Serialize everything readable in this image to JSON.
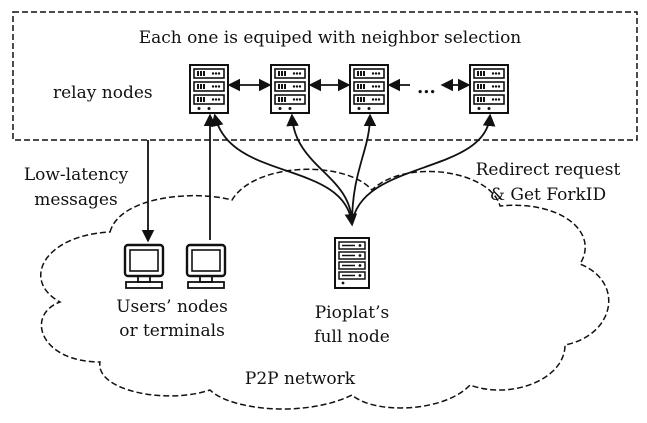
{
  "relay_box": {
    "title": "Each one is equiped with neighbor selection",
    "label": "relay nodes",
    "ellipsis": "..."
  },
  "labels": {
    "low_latency_line1": "Low-latency",
    "low_latency_line2": "messages",
    "redirect_line1": "Redirect request",
    "redirect_line2": "& Get ForkID",
    "users_line1": "Users’ nodes",
    "users_line2": "or terminals",
    "full_node_line1": "Pioplat’s",
    "full_node_line2": "full node",
    "network": "P2P network"
  },
  "icons": {
    "relay_server": "server-rack-icon",
    "user_terminal": "monitor-icon",
    "full_node": "server-tower-icon"
  },
  "colors": {
    "stroke": "#111111",
    "background": "#ffffff"
  }
}
